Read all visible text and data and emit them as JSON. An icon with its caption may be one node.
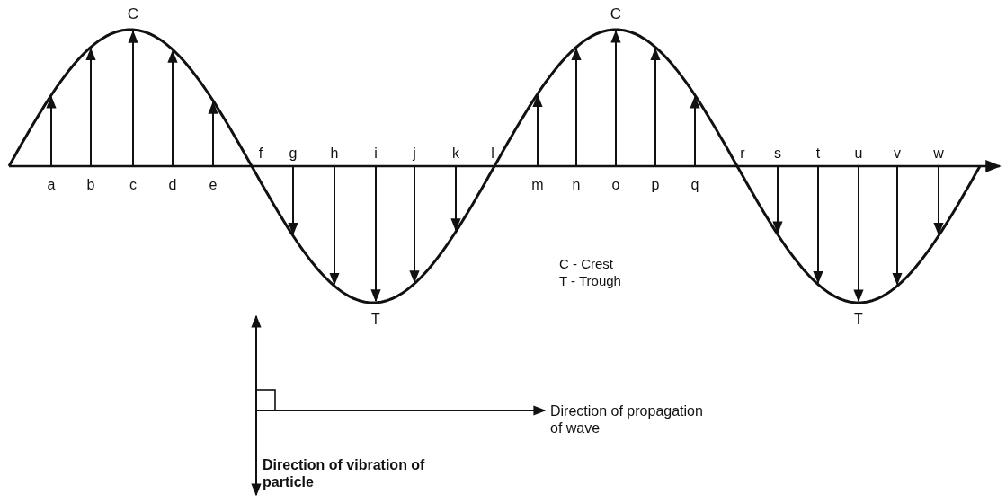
{
  "diagram": {
    "labels": [
      "C",
      "C",
      "a",
      "b",
      "c",
      "d",
      "e",
      "f",
      "g",
      "h",
      "i",
      "j",
      "k",
      "l",
      "m",
      "n",
      "o",
      "p",
      "q",
      "r",
      "s",
      "t",
      "u",
      "v",
      "w",
      "C - Crest",
      "T - Trough",
      "T",
      "T",
      "Direction of propagation of wave",
      "Direction of vibration of particle"
    ]
  }
}
